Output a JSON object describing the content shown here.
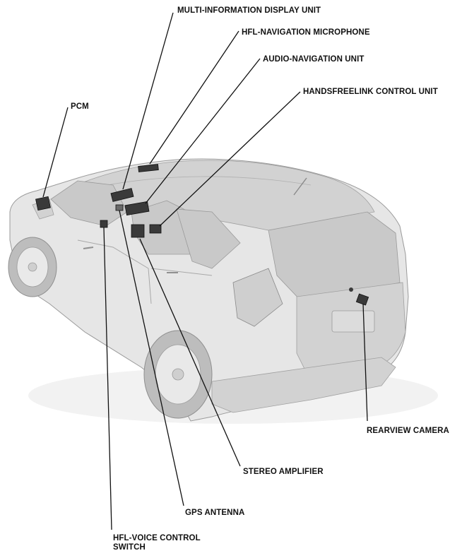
{
  "labels": {
    "multi_information_display_unit": "MULTI-INFORMATION DISPLAY UNIT",
    "hfl_navigation_microphone": "HFL-NAVIGATION MICROPHONE",
    "audio_navigation_unit": "AUDIO-NAVIGATION UNIT",
    "handsfreelink_control_unit": "HANDSFREELINK CONTROL UNIT",
    "pcm": "PCM",
    "rearview_camera": "REARVIEW CAMERA",
    "stereo_amplifier": "STEREO AMPLIFIER",
    "gps_antenna": "GPS ANTENNA",
    "hfl_voice_control_switch": "HFL-VOICE CONTROL SWITCH"
  }
}
